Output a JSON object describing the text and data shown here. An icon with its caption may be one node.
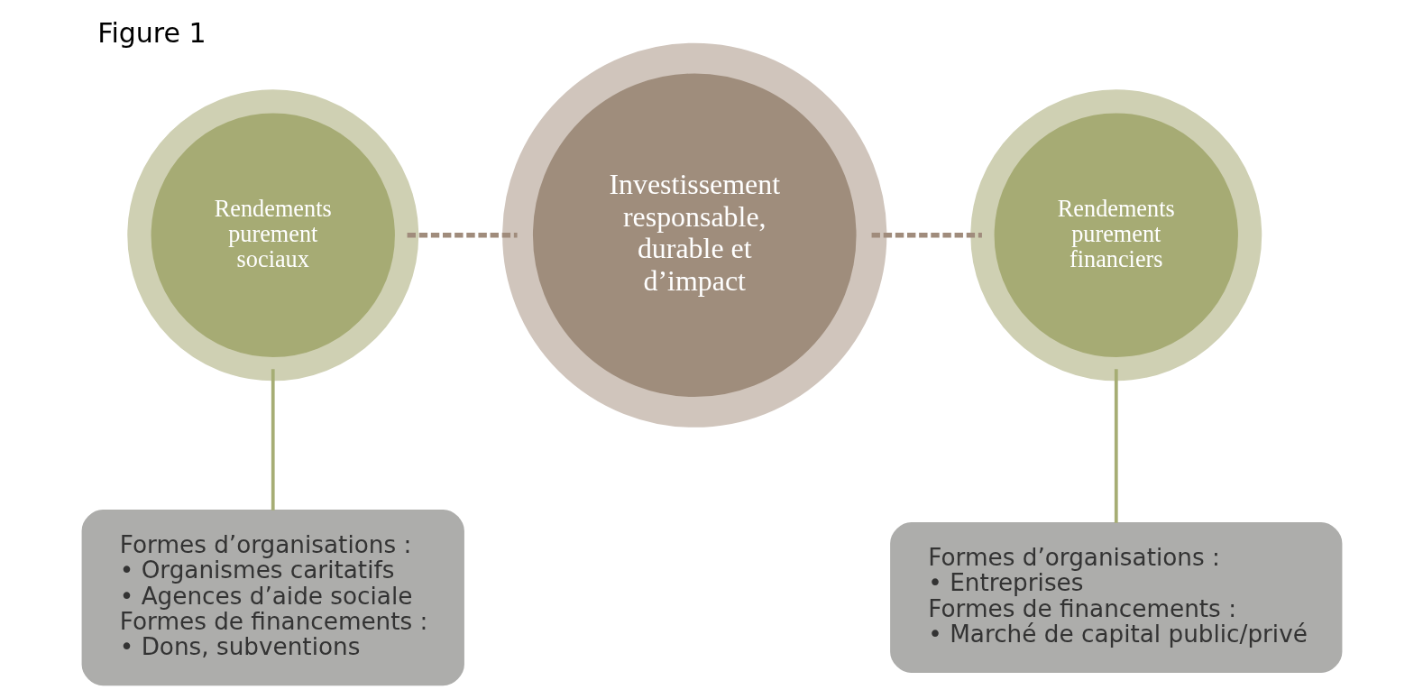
{
  "diagram": {
    "title": "Figure 1",
    "nodes": [
      {
        "text": [
          "Rendements purement sociaux"
        ]
      },
      {
        "text": [
          "Investissement responsable, durable et d’impact"
        ]
      },
      {
        "text": [
          "Rendements purement financiers"
        ]
      },
      {
        "text": [
          "Formes d’organisations :",
          "• Organismes caritatifs",
          "• Agences d’aide sociale",
          "Formes de financements :",
          "• Dons, subventions"
        ]
      },
      {
        "text": [
          "Formes d’organisations :",
          "• Entreprises",
          "Formes de financements :",
          "• Marché de capital public/privé"
        ]
      }
    ],
    "edges": [
      {
        "from": 0,
        "to": 1,
        "arrow": "none",
        "style": "dashed",
        "color": "#a08c7c"
      },
      {
        "from": 1,
        "to": 2,
        "arrow": "none",
        "style": "dashed",
        "color": "#a08c7c"
      },
      {
        "from": 0,
        "to": 3,
        "arrow": "none",
        "color": "#a6ad74"
      },
      {
        "from": 2,
        "to": 4,
        "arrow": "none",
        "color": "#a6ad74"
      }
    ]
  }
}
